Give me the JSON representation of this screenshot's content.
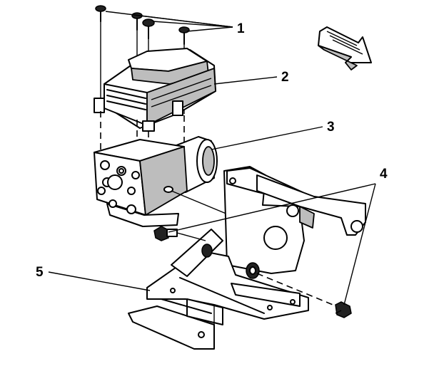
{
  "callouts": [
    {
      "id": "1",
      "label": "1"
    },
    {
      "id": "2",
      "label": "2"
    },
    {
      "id": "3",
      "label": "3"
    },
    {
      "id": "4",
      "label": "4"
    },
    {
      "id": "5",
      "label": "5"
    }
  ],
  "icons": {
    "direction_arrow": "direction-arrow-icon"
  },
  "colors": {
    "ink": "#000000",
    "shade": "#bdbdbd",
    "background": "#ffffff"
  }
}
